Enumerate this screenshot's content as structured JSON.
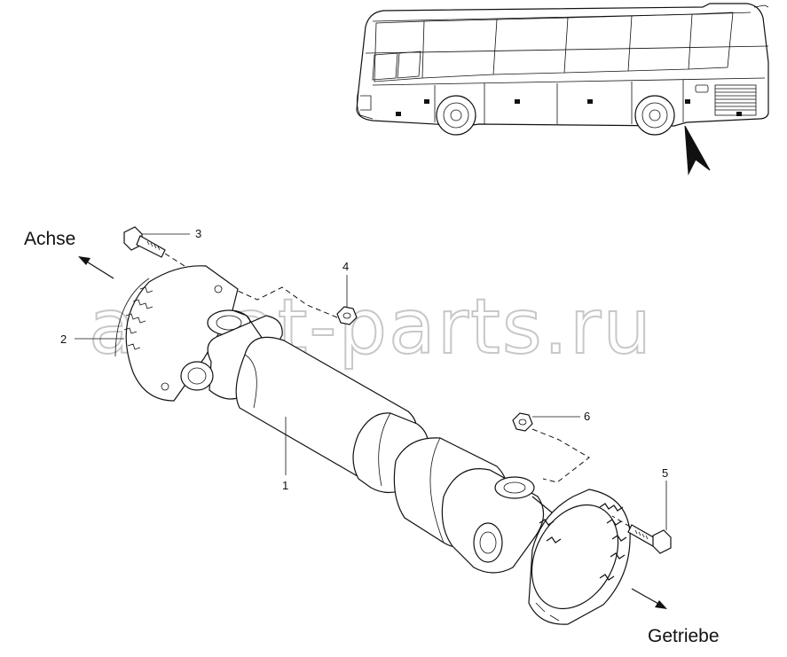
{
  "diagram": {
    "directions": {
      "axle": "Achse",
      "gearbox": "Getriebe"
    },
    "watermark": "ansat-parts.ru",
    "callouts": [
      {
        "id": "1",
        "text": "1"
      },
      {
        "id": "2",
        "text": "2"
      },
      {
        "id": "3",
        "text": "3"
      },
      {
        "id": "4",
        "text": "4"
      },
      {
        "id": "5",
        "text": "5"
      },
      {
        "id": "6",
        "text": "6"
      }
    ]
  }
}
